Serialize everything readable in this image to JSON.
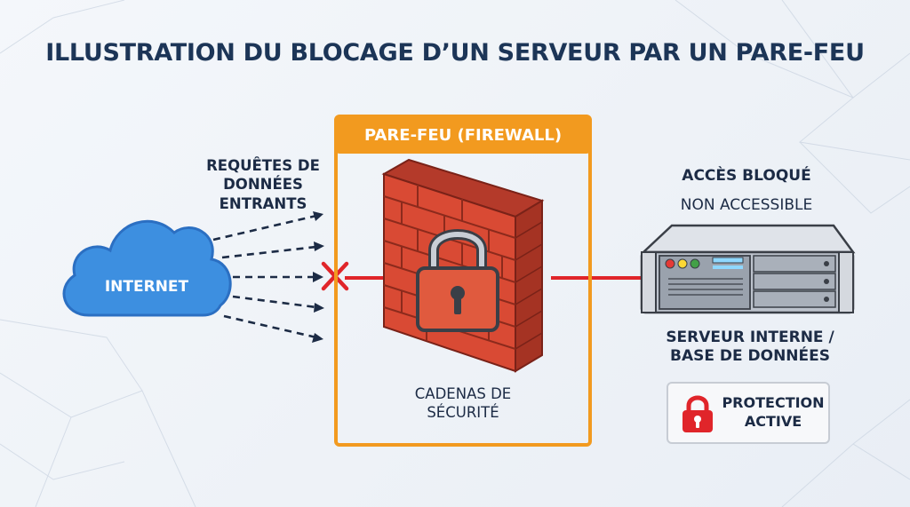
{
  "title": "ILLUSTRATION DU BLOCAGE D’UN SERVEUR PAR UN PARE-FEU",
  "internet": {
    "label": "INTERNET"
  },
  "requests": {
    "line1": "REQUÊTES DE",
    "line2": "DONNÉES",
    "line3": "ENTRANTS"
  },
  "firewall": {
    "header": "PARE-FEU (FIREWALL)",
    "lock_caption_line1": "CADENAS DE",
    "lock_caption_line2": "SÉCURITÉ"
  },
  "server": {
    "status_title": "ACCÈS BLOQUÉ",
    "status_subtitle": "NON ACCESSIBLE",
    "label_line1": "SERVEUR INTERNE /",
    "label_line2": "BASE DE DONNÉES"
  },
  "badge": {
    "line1": "PROTECTION",
    "line2": "ACTIVE"
  },
  "colors": {
    "title": "#1c3557",
    "cloud": "#3d8fe0",
    "firewall_orange": "#f29a1f",
    "brick": "#d94a34",
    "block_red": "#e0252a",
    "server_gray": "#bcc2cc"
  }
}
